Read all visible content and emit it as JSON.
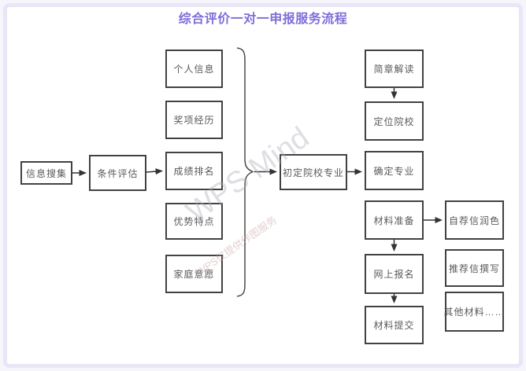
{
  "page": {
    "title": "综合评价一对一申报服务流程"
  },
  "watermark": {
    "brand": "WPS Mind",
    "note": "WPS仅提供作图服务"
  },
  "colors": {
    "title": "#7e6ed9",
    "frame": "#e9e6f7",
    "node_border": "#424242",
    "node_text": "#5a5a5a",
    "connector": "#333333"
  },
  "flowchart": {
    "type": "flowchart",
    "nodes": [
      {
        "id": "info-collection",
        "label": "信息搜集"
      },
      {
        "id": "condition-assessment",
        "label": "条件评估"
      },
      {
        "id": "personal-info",
        "label": "个人信息"
      },
      {
        "id": "award-experience",
        "label": "奖项经历"
      },
      {
        "id": "grade-ranking",
        "label": "成绩排名"
      },
      {
        "id": "strength-traits",
        "label": "优势特点"
      },
      {
        "id": "family-wishes",
        "label": "家庭意愿"
      },
      {
        "id": "preliminary-school-major",
        "label": "初定院校专业"
      },
      {
        "id": "brochure-interpretation",
        "label": "简章解读"
      },
      {
        "id": "target-schools",
        "label": "定位院校"
      },
      {
        "id": "confirm-major",
        "label": "确定专业"
      },
      {
        "id": "material-preparation",
        "label": "材料准备"
      },
      {
        "id": "online-registration",
        "label": "网上报名"
      },
      {
        "id": "material-submission",
        "label": "材料提交"
      },
      {
        "id": "self-letter-polish",
        "label": "自荐信润色"
      },
      {
        "id": "recommendation-writing",
        "label": "推荐信撰写"
      },
      {
        "id": "other-materials",
        "label": "其他材料……"
      }
    ],
    "edges": [
      "信息搜集→条件评估",
      "条件评估→成绩排名(五项组)",
      "{个人信息,奖项经历,成绩排名,优势特点,家庭意愿}→初定院校专业",
      "初定院校专业→确定专业",
      "简章解读→定位院校",
      "材料准备→自荐信润色",
      "材料准备→网上报名",
      "网上报名→材料提交"
    ]
  }
}
